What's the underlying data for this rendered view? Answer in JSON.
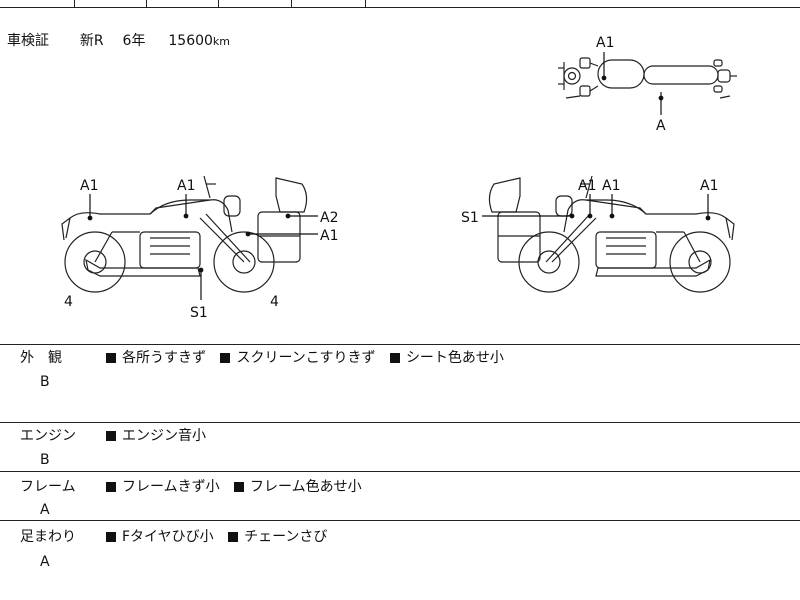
{
  "top_partial_text": "",
  "registration": {
    "label": "車検証",
    "value": "新R",
    "years": "6年",
    "mileage": "15600",
    "mileage_unit": "km"
  },
  "diagram_labels": {
    "top_a1": "A1",
    "top_a": "A",
    "left_a1_rear": "A1",
    "left_a1_tank": "A1",
    "left_a2": "A2",
    "left_a1_side": "A1",
    "left_4_rear": "4",
    "left_4_front": "4",
    "left_s1": "S1",
    "right_s1": "S1",
    "right_a1_front": "A1",
    "right_a1_tank": "A1",
    "right_a1_rear": "A1"
  },
  "sections": [
    {
      "category": "外　観",
      "grade": "B",
      "notes": [
        "各所うすきず",
        "スクリーンこすりきず",
        "シート色あせ小"
      ]
    },
    {
      "category": "エンジン",
      "grade": "B",
      "notes": [
        "エンジン音小"
      ]
    },
    {
      "category": "フレーム",
      "grade": "A",
      "notes": [
        "フレームきず小",
        "フレーム色あせ小"
      ]
    },
    {
      "category": "足まわり",
      "grade": "A",
      "notes": [
        "Fタイヤひび小",
        "チェーンさび"
      ]
    }
  ]
}
